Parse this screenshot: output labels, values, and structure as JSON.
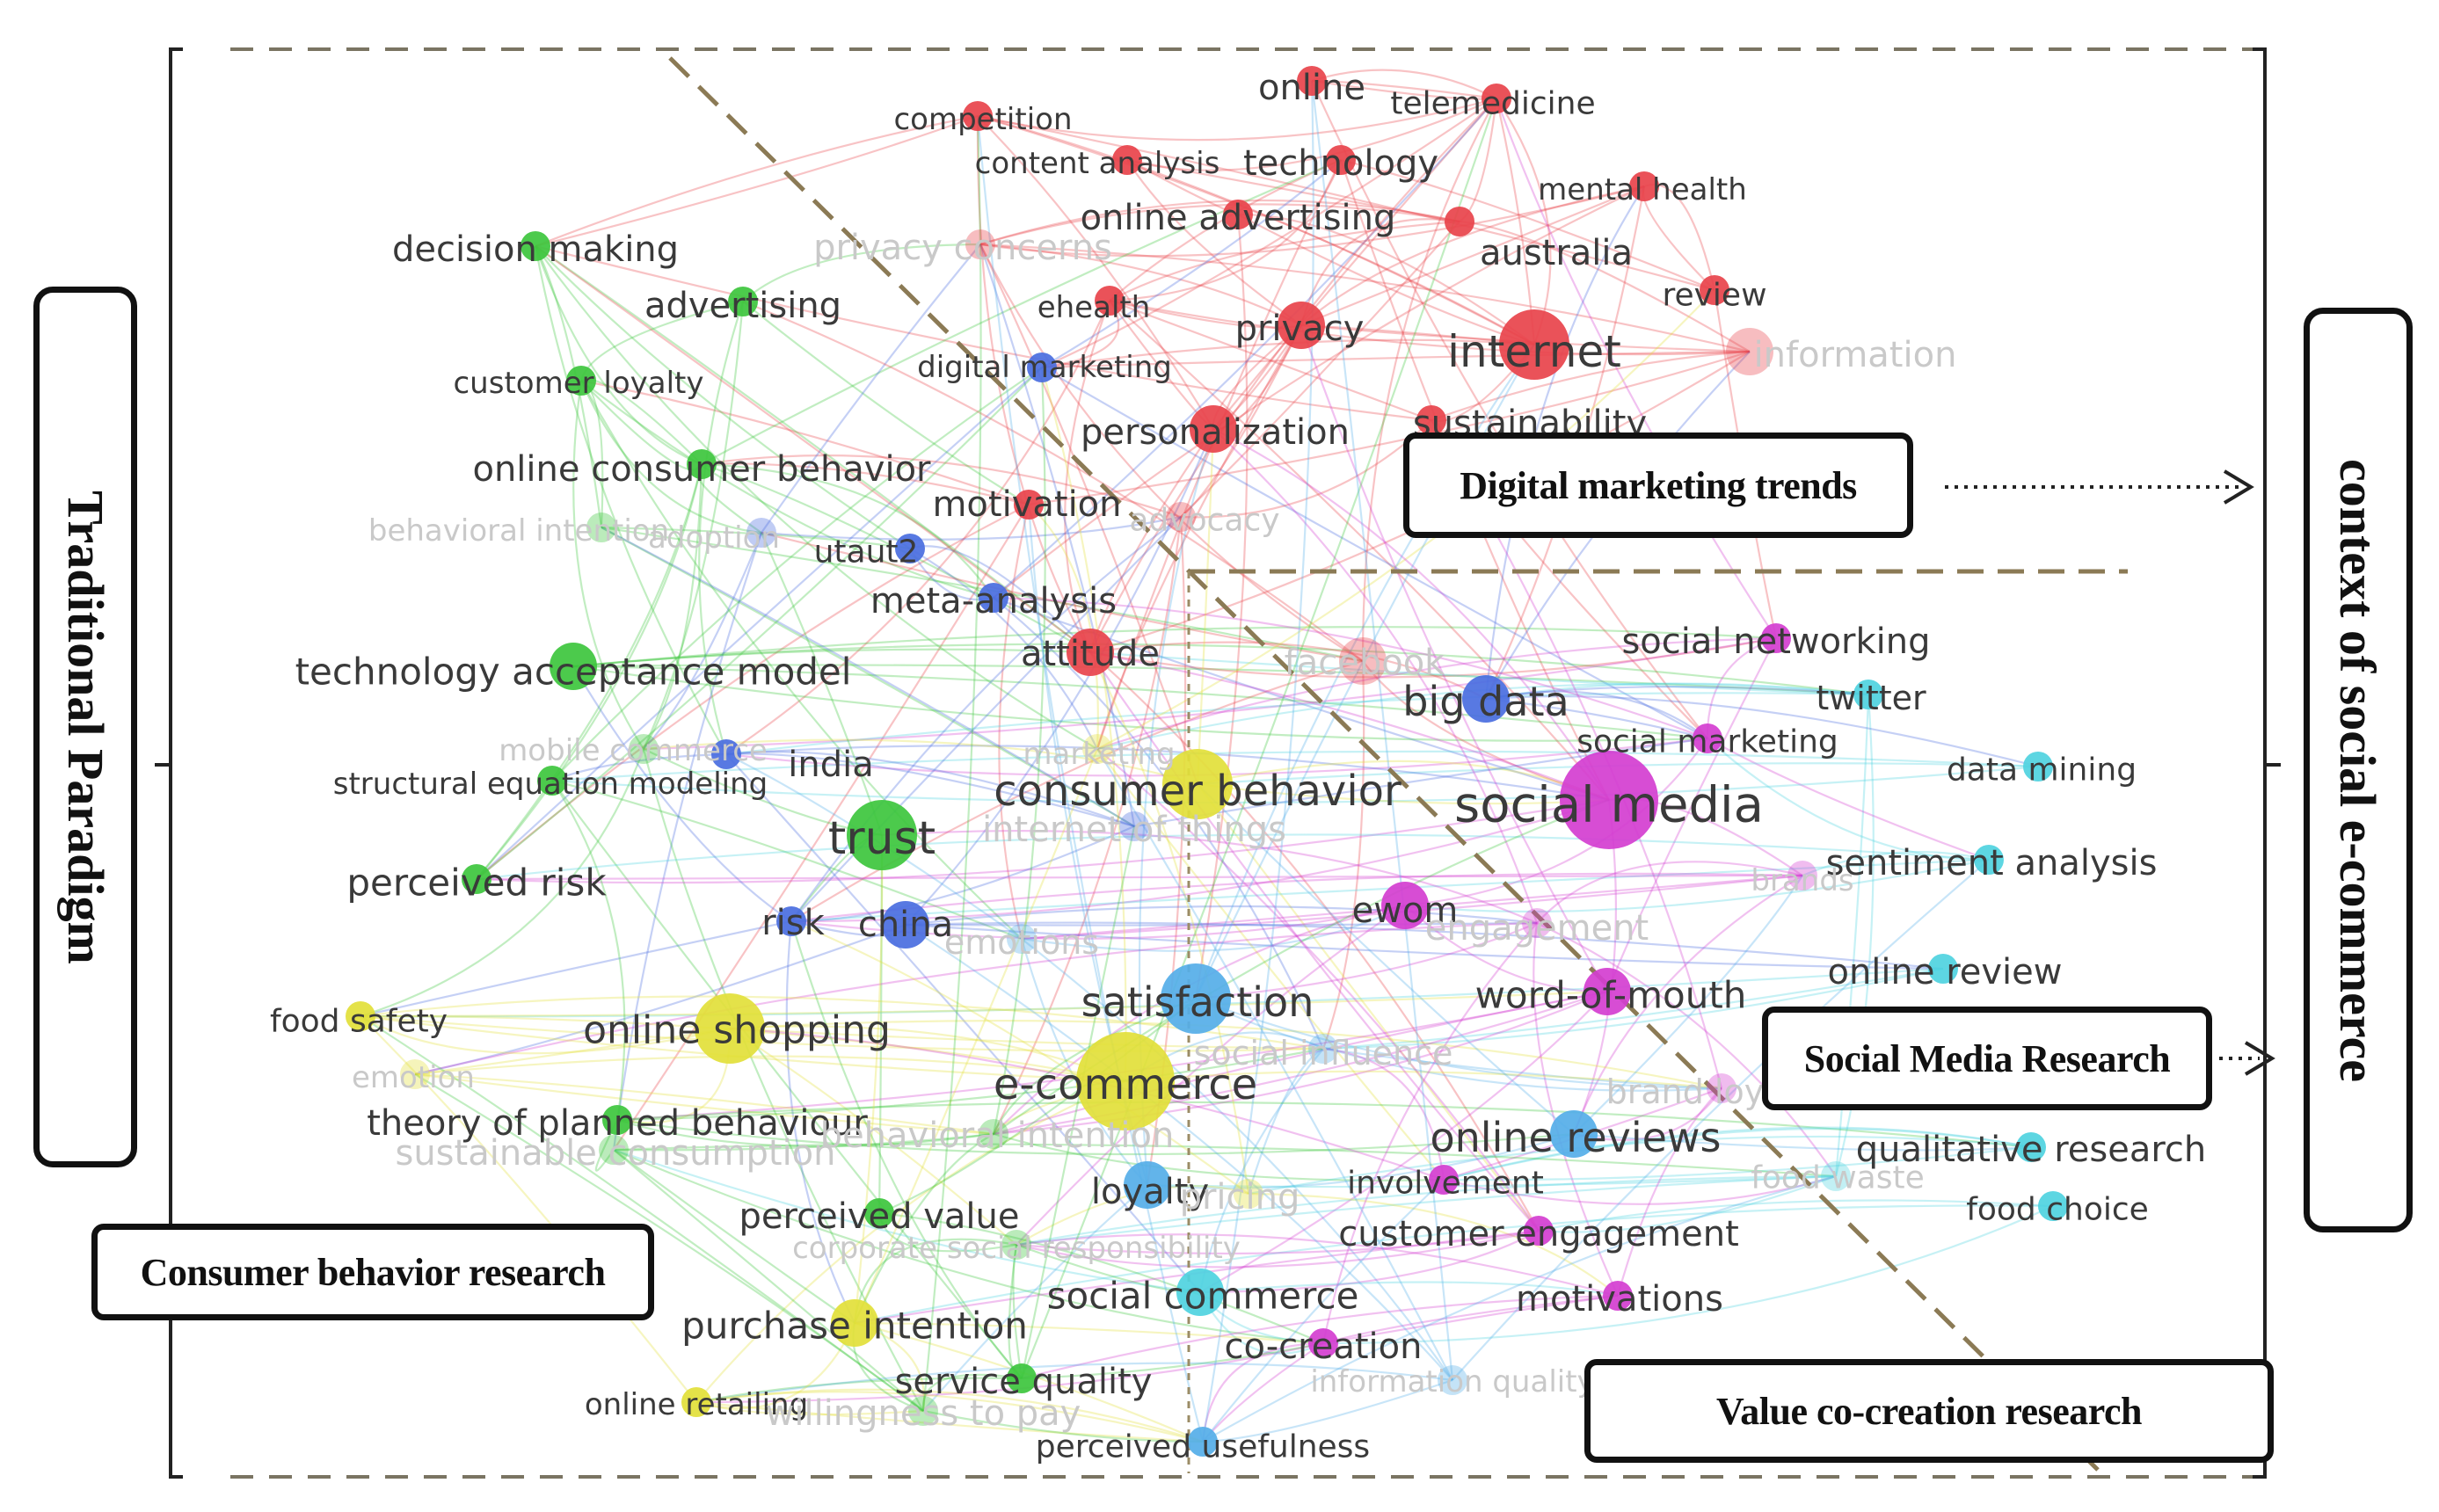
{
  "side_labels": {
    "left": "Traditional Paradigm",
    "right": "context of social e-commerce"
  },
  "regions": {
    "digital": "Digital marketing trends",
    "social": "Social Media Research",
    "consumer": "Consumer behavior research",
    "value": "Value co-creation research"
  },
  "colors": {
    "red": "#e8434b",
    "green": "#3dc63d",
    "blue": "#4a6ee0",
    "yellow": "#e2df3a",
    "purple": "#d43ed0",
    "cyan": "#4fd3e0",
    "skyblue": "#55aee8"
  },
  "nodes": [
    {
      "label": "online",
      "color": "red",
      "size": 1,
      "faded": false
    },
    {
      "label": "telemedicine",
      "color": "red",
      "size": 1,
      "faded": false
    },
    {
      "label": "competition",
      "color": "red",
      "size": 1,
      "faded": false
    },
    {
      "label": "content analysis",
      "color": "red",
      "size": 1,
      "faded": false
    },
    {
      "label": "technology",
      "color": "red",
      "size": 1,
      "faded": false
    },
    {
      "label": "mental health",
      "color": "red",
      "size": 1,
      "faded": false
    },
    {
      "label": "online advertising",
      "color": "red",
      "size": 1,
      "faded": false
    },
    {
      "label": "australia",
      "color": "red",
      "size": 1,
      "faded": false
    },
    {
      "label": "privacy concerns",
      "color": "red",
      "size": 1,
      "faded": true
    },
    {
      "label": "review",
      "color": "red",
      "size": 1,
      "faded": false
    },
    {
      "label": "ehealth",
      "color": "red",
      "size": 1,
      "faded": false
    },
    {
      "label": "privacy",
      "color": "red",
      "size": 2,
      "faded": false
    },
    {
      "label": "internet",
      "color": "red",
      "size": 3,
      "faded": false
    },
    {
      "label": "information",
      "color": "red",
      "size": 2,
      "faded": true
    },
    {
      "label": "digital marketing",
      "color": "blue",
      "size": 1,
      "faded": false
    },
    {
      "label": "personalization",
      "color": "red",
      "size": 2,
      "faded": false
    },
    {
      "label": "sustainability",
      "color": "red",
      "size": 1,
      "faded": false
    },
    {
      "label": "motivation",
      "color": "red",
      "size": 1,
      "faded": false
    },
    {
      "label": "advocacy",
      "color": "red",
      "size": 1,
      "faded": true
    },
    {
      "label": "decision making",
      "color": "green",
      "size": 1,
      "faded": false
    },
    {
      "label": "advertising",
      "color": "green",
      "size": 1,
      "faded": false
    },
    {
      "label": "customer loyalty",
      "color": "green",
      "size": 1,
      "faded": false
    },
    {
      "label": "online consumer behavior",
      "color": "green",
      "size": 1,
      "faded": false
    },
    {
      "label": "behavioral intention",
      "color": "green",
      "size": 1,
      "faded": true
    },
    {
      "label": "adoption",
      "color": "blue",
      "size": 1,
      "faded": true
    },
    {
      "label": "utaut2",
      "color": "blue",
      "size": 1,
      "faded": false
    },
    {
      "label": "meta-analysis",
      "color": "blue",
      "size": 1,
      "faded": false
    },
    {
      "label": "technology acceptance model",
      "color": "green",
      "size": 2,
      "faded": false
    },
    {
      "label": "attitude",
      "color": "red",
      "size": 2,
      "faded": false
    },
    {
      "label": "facebook",
      "color": "red",
      "size": 2,
      "faded": true
    },
    {
      "label": "social networking",
      "color": "purple",
      "size": 1,
      "faded": false
    },
    {
      "label": "twitter",
      "color": "cyan",
      "size": 1,
      "faded": false
    },
    {
      "label": "big data",
      "color": "blue",
      "size": 2,
      "faded": false
    },
    {
      "label": "social marketing",
      "color": "purple",
      "size": 1,
      "faded": false
    },
    {
      "label": "data mining",
      "color": "cyan",
      "size": 1,
      "faded": false
    },
    {
      "label": "mobile commerce",
      "color": "green",
      "size": 1,
      "faded": true
    },
    {
      "label": "marketing",
      "color": "yellow",
      "size": 1,
      "faded": true
    },
    {
      "label": "india",
      "color": "blue",
      "size": 1,
      "faded": false
    },
    {
      "label": "structural equation modeling",
      "color": "green",
      "size": 1,
      "faded": false
    },
    {
      "label": "consumer behavior",
      "color": "yellow",
      "size": 3,
      "faded": false
    },
    {
      "label": "social media",
      "color": "purple",
      "size": 4,
      "faded": false
    },
    {
      "label": "trust",
      "color": "green",
      "size": 3,
      "faded": false
    },
    {
      "label": "internet of things",
      "color": "blue",
      "size": 1,
      "faded": true
    },
    {
      "label": "sentiment analysis",
      "color": "cyan",
      "size": 1,
      "faded": false
    },
    {
      "label": "brands",
      "color": "purple",
      "size": 1,
      "faded": true
    },
    {
      "label": "perceived risk",
      "color": "green",
      "size": 1,
      "faded": false
    },
    {
      "label": "risk",
      "color": "blue",
      "size": 1,
      "faded": false
    },
    {
      "label": "china",
      "color": "blue",
      "size": 2,
      "faded": false
    },
    {
      "label": "emotions",
      "color": "skyblue",
      "size": 1,
      "faded": true
    },
    {
      "label": "ewom",
      "color": "purple",
      "size": 2,
      "faded": false
    },
    {
      "label": "engagement",
      "color": "purple",
      "size": 1,
      "faded": true
    },
    {
      "label": "online review",
      "color": "cyan",
      "size": 1,
      "faded": false
    },
    {
      "label": "food safety",
      "color": "yellow",
      "size": 1,
      "faded": false
    },
    {
      "label": "online shopping",
      "color": "yellow",
      "size": 3,
      "faded": false
    },
    {
      "label": "satisfaction",
      "color": "skyblue",
      "size": 3,
      "faded": false
    },
    {
      "label": "word-of-mouth",
      "color": "purple",
      "size": 2,
      "faded": false
    },
    {
      "label": "emotion",
      "color": "yellow",
      "size": 1,
      "faded": true
    },
    {
      "label": "social influence",
      "color": "skyblue",
      "size": 1,
      "faded": true
    },
    {
      "label": "e-commerce",
      "color": "yellow",
      "size": 4,
      "faded": false
    },
    {
      "label": "brand loyalty",
      "color": "purple",
      "size": 1,
      "faded": true
    },
    {
      "label": "theory of planned behaviour",
      "color": "green",
      "size": 1,
      "faded": false
    },
    {
      "label": "behavioral intention",
      "color": "green",
      "size": 1,
      "faded": true
    },
    {
      "label": "online reviews",
      "color": "skyblue",
      "size": 2,
      "faded": false
    },
    {
      "label": "qualitative research",
      "color": "cyan",
      "size": 1,
      "faded": false
    },
    {
      "label": "sustainable consumption",
      "color": "green",
      "size": 1,
      "faded": true
    },
    {
      "label": "involvement",
      "color": "purple",
      "size": 1,
      "faded": false
    },
    {
      "label": "food waste",
      "color": "cyan",
      "size": 1,
      "faded": true
    },
    {
      "label": "loyalty",
      "color": "skyblue",
      "size": 2,
      "faded": false
    },
    {
      "label": "pricing",
      "color": "yellow",
      "size": 1,
      "faded": true
    },
    {
      "label": "food choice",
      "color": "cyan",
      "size": 1,
      "faded": false
    },
    {
      "label": "perceived value",
      "color": "green",
      "size": 1,
      "faded": false
    },
    {
      "label": "customer engagement",
      "color": "purple",
      "size": 1,
      "faded": false
    },
    {
      "label": "corporate social responsibility",
      "color": "green",
      "size": 1,
      "faded": true
    },
    {
      "label": "social commerce",
      "color": "cyan",
      "size": 2,
      "faded": false
    },
    {
      "label": "motivations",
      "color": "purple",
      "size": 1,
      "faded": false
    },
    {
      "label": "purchase intention",
      "color": "yellow",
      "size": 2,
      "faded": false
    },
    {
      "label": "co-creation",
      "color": "purple",
      "size": 1,
      "faded": false
    },
    {
      "label": "service quality",
      "color": "green",
      "size": 1,
      "faded": false
    },
    {
      "label": "information quality",
      "color": "skyblue",
      "size": 1,
      "faded": true
    },
    {
      "label": "online retailing",
      "color": "yellow",
      "size": 1,
      "faded": false
    },
    {
      "label": "willingness to pay",
      "color": "green",
      "size": 1,
      "faded": true
    },
    {
      "label": "perceived usefulness",
      "color": "skyblue",
      "size": 1,
      "faded": false
    }
  ]
}
